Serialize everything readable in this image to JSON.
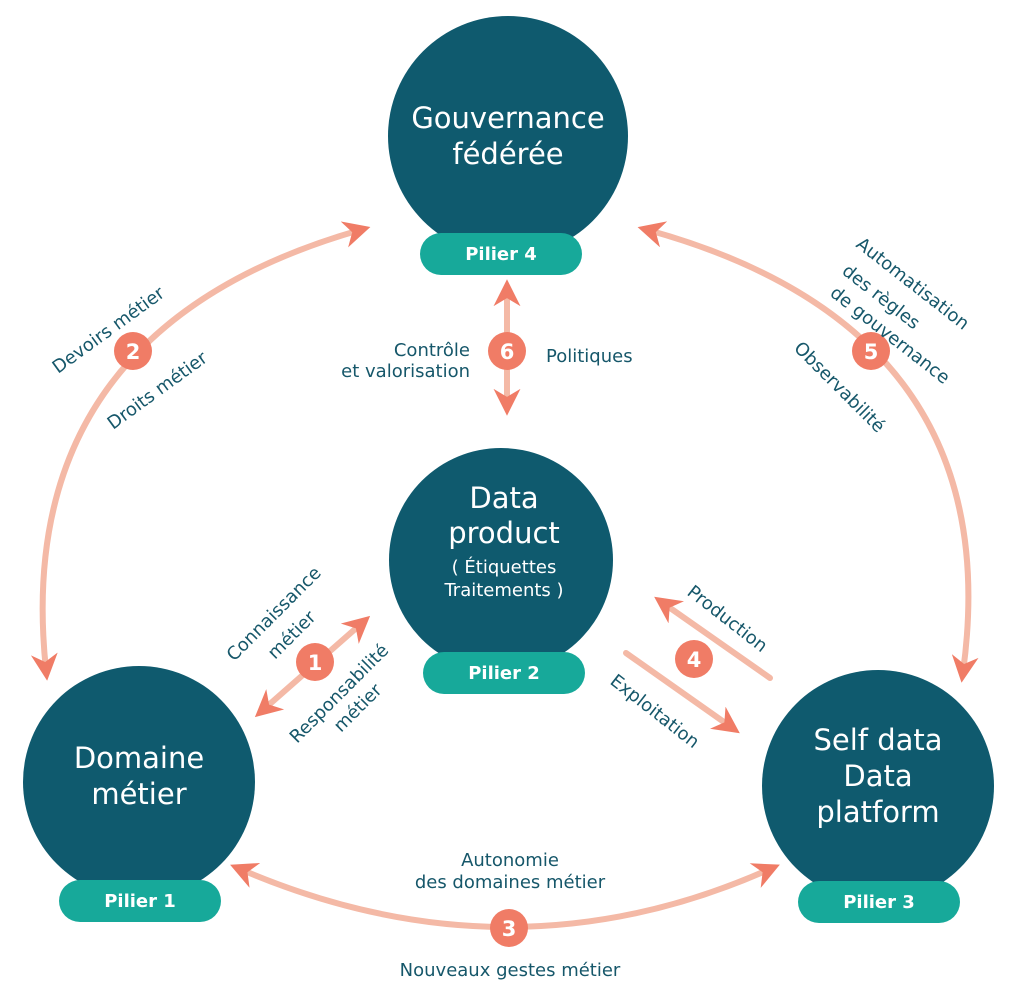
{
  "colors": {
    "node": "#0f5a6e",
    "pill": "#17a99a",
    "arrow": "#f4b9a6",
    "arrowhead": "#f07c66",
    "badge": "#f07c66",
    "label": "#16576a"
  },
  "nodes": {
    "gouvernance": {
      "title_line1": "Gouvernance",
      "title_line2": "fédérée",
      "pill": "Pilier 4"
    },
    "data_product": {
      "title_line1": "Data",
      "title_line2": "product",
      "sub_line1": "( Étiquettes",
      "sub_line2": "Traitements )",
      "pill": "Pilier 2"
    },
    "domaine": {
      "title_line1": "Domaine",
      "title_line2": "métier",
      "pill": "Pilier 1"
    },
    "self_data": {
      "title_line1": "Self data",
      "title_line2": "Data",
      "title_line3": "platform",
      "pill": "Pilier 3"
    }
  },
  "links": {
    "l1": {
      "badge": "1",
      "label_a_line1": "Connaissance",
      "label_a_line2": "métier",
      "label_b_line1": "Responsabilité",
      "label_b_line2": "métier"
    },
    "l2": {
      "badge": "2",
      "label_a": "Devoirs métier",
      "label_b": "Droits métier"
    },
    "l3": {
      "badge": "3",
      "label_a_line1": "Autonomie",
      "label_a_line2": "des domaines métier",
      "label_b": "Nouveaux gestes métier"
    },
    "l4": {
      "badge": "4",
      "label_a": "Production",
      "label_b": "Exploitation"
    },
    "l5": {
      "badge": "5",
      "label_a_line1": "Automatisation",
      "label_a_line2": "des règles",
      "label_a_line3": "de gouvernance",
      "label_b": "Observabilité"
    },
    "l6": {
      "badge": "6",
      "label_a_line1": "Contrôle",
      "label_a_line2": "et valorisation",
      "label_b": "Politiques"
    }
  }
}
